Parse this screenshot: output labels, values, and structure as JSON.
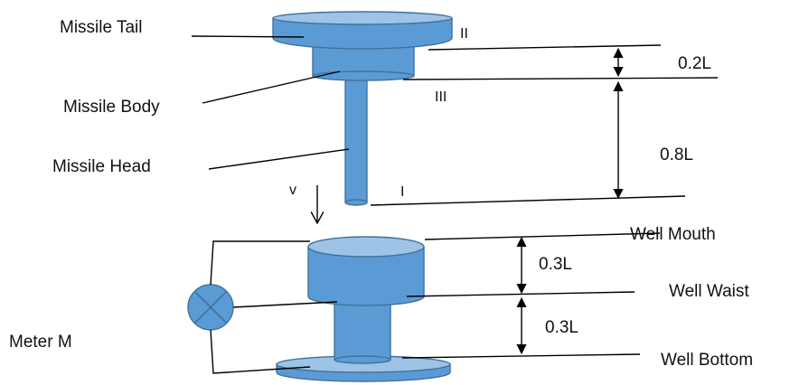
{
  "labels": {
    "missile_tail": "Missile Tail",
    "missile_body": "Missile Body",
    "missile_head": "Missile Head",
    "meter": "Meter M",
    "well_mouth": "Well Mouth",
    "well_waist": "Well Waist",
    "well_bottom": "Well Bottom"
  },
  "section_marks": {
    "one": "I",
    "two": "II",
    "three": "III"
  },
  "dimensions": {
    "body_length": "0.2L",
    "head_length": "0.8L",
    "mouth_to_waist": "0.3L",
    "waist_to_bottom": "0.3L"
  },
  "velocity_label": "v",
  "colors": {
    "fill": "#5b9bd5",
    "top_face": "#9dc3e6",
    "outline": "#41719c"
  }
}
